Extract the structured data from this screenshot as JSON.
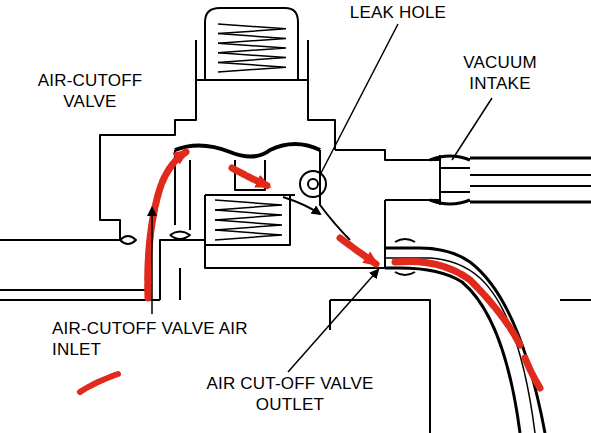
{
  "diagram": {
    "labels": [
      "LEAK HOLE",
      "AIR-CUTOFF VALVE",
      "VACUUM INTAKE",
      "AIR-CUTOFF VALVE AIR INLET",
      "AIR CUT-OFF VALVE OUTLET"
    ]
  }
}
